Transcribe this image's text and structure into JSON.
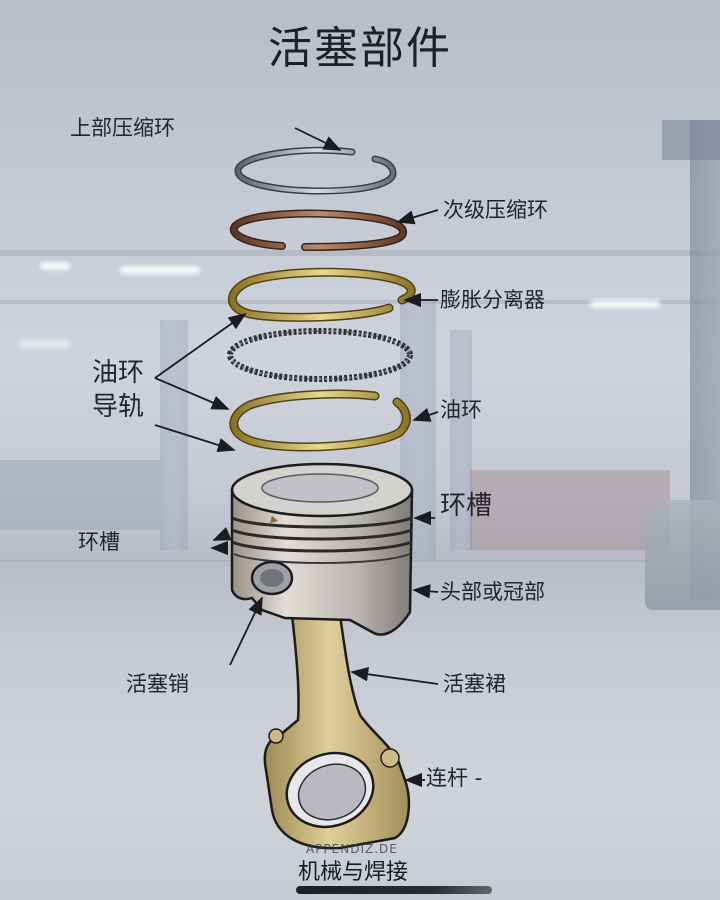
{
  "title": "活塞部件",
  "labels": {
    "top_compression_ring": "上部压缩环",
    "second_compression_ring": "次级压缩环",
    "expander_separator": "膨胀分离器",
    "oil_ring_rails": "油环\n导轨",
    "oil_ring_rails_line1": "油环",
    "oil_ring_rails_line2": "导轨",
    "oil_ring": "油环",
    "ring_groove_right": "环槽",
    "ring_groove_left": "环槽",
    "head_or_crown": "头部或冠部",
    "piston_pin": "活塞销",
    "piston_skirt": "活塞裙",
    "connecting_rod": "连杆 -"
  },
  "watermark": "APPENDIZ.DE",
  "footer": "机械与焊接",
  "colors": {
    "text": "#23252b",
    "background": "#c4c8d2",
    "steel_ring": "#5a5d63",
    "copper_ring": "#7a4a35",
    "brass_ring": "#b59a3a",
    "rod_gold": "#c9b27a"
  }
}
